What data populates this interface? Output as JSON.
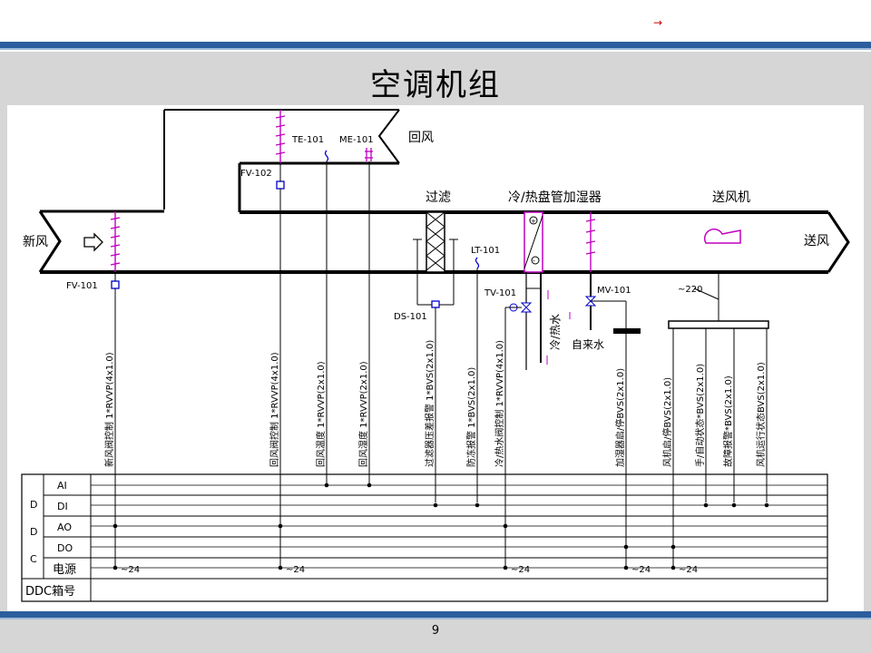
{
  "header": {
    "arrow": "→",
    "title": "空调机组"
  },
  "footer": {
    "page": "9"
  },
  "colors": {
    "accent": "#2c5e9e",
    "panel": "#d6d6d6",
    "magenta": "#c000c0",
    "blue": "#0000cc"
  },
  "diagram": {
    "inlet_label": "新风",
    "outlet_label": "送风",
    "return_label": "回风",
    "section_labels": {
      "filter": "过滤",
      "coil": "冷/热盘管加湿器",
      "fan": "送风机"
    },
    "tags": {
      "fv101": "FV-101",
      "fv102": "FV-102",
      "te101": "TE-101",
      "me101": "ME-101",
      "lt101": "LT-101",
      "ds101": "DS-101",
      "tv101": "TV-101",
      "mv101": "MV-101",
      "v220": "~220"
    },
    "water_labels": {
      "cold_hot": "冷/热水",
      "tap": "自来水"
    },
    "cables": [
      "新风阀控制 1*RVVP(4x1.0)",
      "回风阀控制 1*RVVP(4x1.0)",
      "回风温度   1*RVVP(2x1.0)",
      "回风湿度   1*RVVP(2x1.0)",
      "过滤器压差报警 1*BVS(2x1.0)",
      "防冻报警  1*BVS(2x1.0)",
      "冷/热水阀控制 1*RVVP(4x1.0)",
      "加湿器启/停BVS(2x1.0)",
      "风机启/停BVS(2x1.0)",
      "手/自动状态*BVS(2x1.0)",
      "故障报警*BVS(2x1.0)",
      "风机运行状态BVS(2x1.0)"
    ],
    "ddc": {
      "side_letters": [
        "D",
        "D",
        "C"
      ],
      "rows": [
        "AI",
        "DI",
        "AO",
        "DO",
        "电源"
      ],
      "box_label": "DDC箱号",
      "power_value": "~24"
    }
  }
}
